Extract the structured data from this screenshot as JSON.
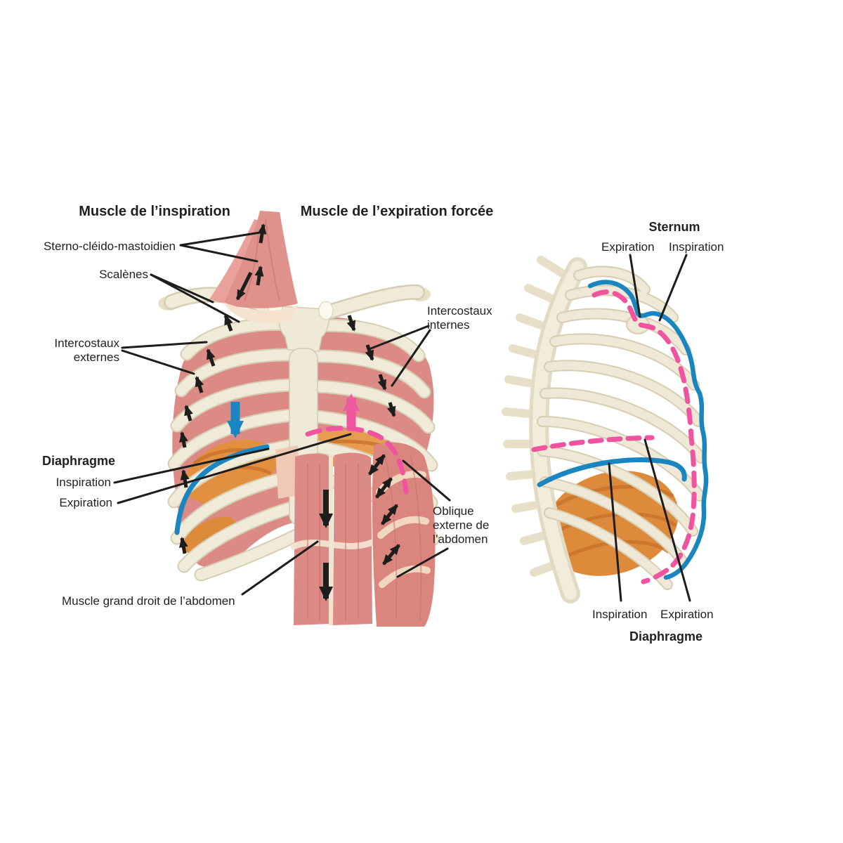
{
  "titles": {
    "inspiration_muscles": "Muscle de l’inspiration",
    "forced_expiration_muscles": "Muscle de l’expiration forcée"
  },
  "front_view_labels": {
    "sternocleidomastoid": "Sterno-cléido-mastoidien",
    "scalenes": "Scalènes",
    "external_intercostals": "Intercostaux externes",
    "diaphragm": "Diaphragme",
    "inspiration": "Inspiration",
    "expiration": "Expiration",
    "rectus_abdominis": "Muscle grand droit de l’abdomen",
    "internal_intercostals": "Intercostaux internes",
    "external_oblique": "Oblique externe de l’abdomen"
  },
  "side_view_labels": {
    "sternum": "Sternum",
    "expiration_top": "Expiration",
    "inspiration_top": "Inspiration",
    "inspiration_bottom": "Inspiration",
    "expiration_bottom": "Expiration",
    "diaphragm": "Diaphragme"
  },
  "colors": {
    "inspiration": "#1a86c0",
    "expiration": "#f0549f",
    "arrow_black": "#1d1d1b",
    "muscle_pink": "#dc8a86",
    "bone_cream": "#efe9d8",
    "organ_orange": "#e2903f",
    "text": "#231f20"
  }
}
